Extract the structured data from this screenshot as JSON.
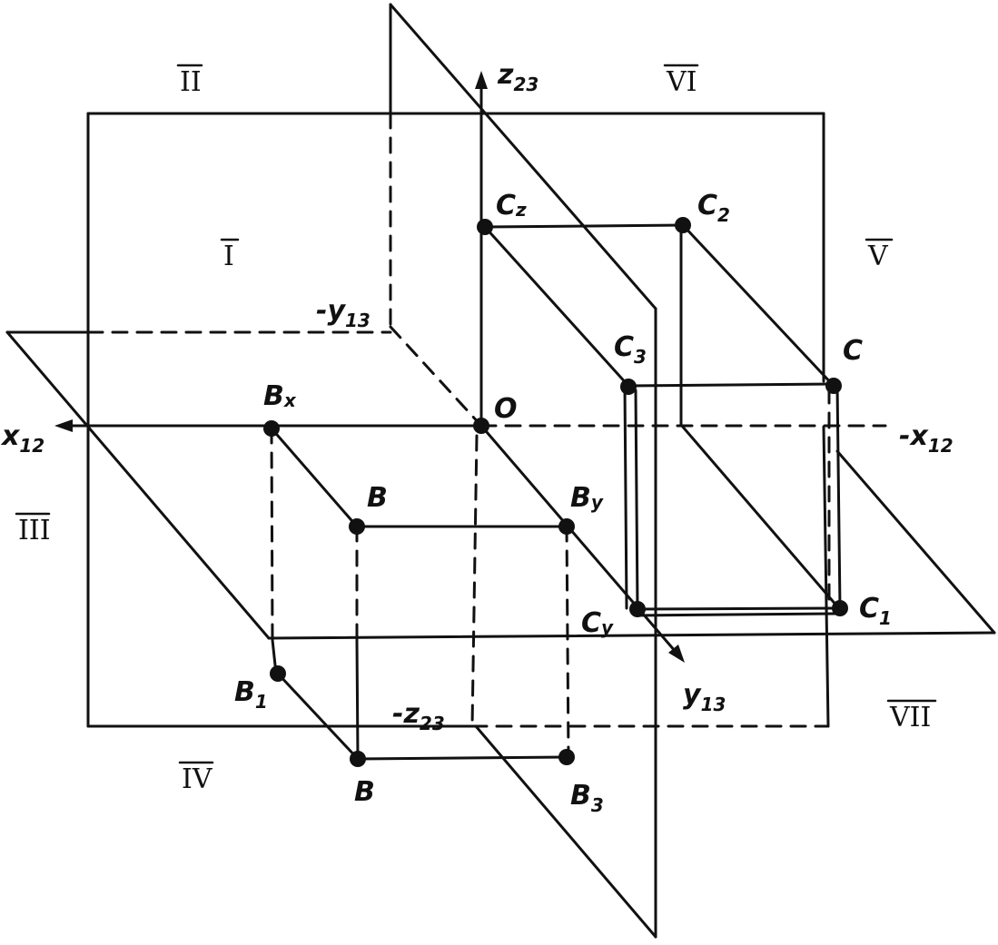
{
  "axes": {
    "z": {
      "main": "z",
      "sub": "23"
    },
    "neg_z": {
      "main": "-z",
      "sub": "23"
    },
    "x": {
      "main": "x",
      "sub": "12"
    },
    "neg_x": {
      "main": "-x",
      "sub": "12"
    },
    "y": {
      "main": "y",
      "sub": "13"
    },
    "neg_y": {
      "main": "-y",
      "sub": "13"
    }
  },
  "origin": "O",
  "octants": {
    "I": "I",
    "II": "II",
    "III": "III",
    "IV": "IV",
    "V": "V",
    "VI": "VI",
    "VII": "VII"
  },
  "points": {
    "Cz": {
      "main": "C",
      "sub": "z"
    },
    "C2": {
      "main": "C",
      "sub": "2"
    },
    "C3": {
      "main": "C",
      "sub": "3"
    },
    "C": {
      "main": "C"
    },
    "C1": {
      "main": "C",
      "sub": "1"
    },
    "Cy": {
      "main": "C",
      "sub": "y"
    },
    "Bx": {
      "main": "B",
      "sub": "x"
    },
    "B": {
      "main": "B"
    },
    "By": {
      "main": "B",
      "sub": "y"
    },
    "B1": {
      "main": "B",
      "sub": "1"
    },
    "B2": {
      "main": "B"
    },
    "B3": {
      "main": "B",
      "sub": "3"
    }
  },
  "colors": {
    "ink": "#111111",
    "paper": "#ffffff"
  }
}
